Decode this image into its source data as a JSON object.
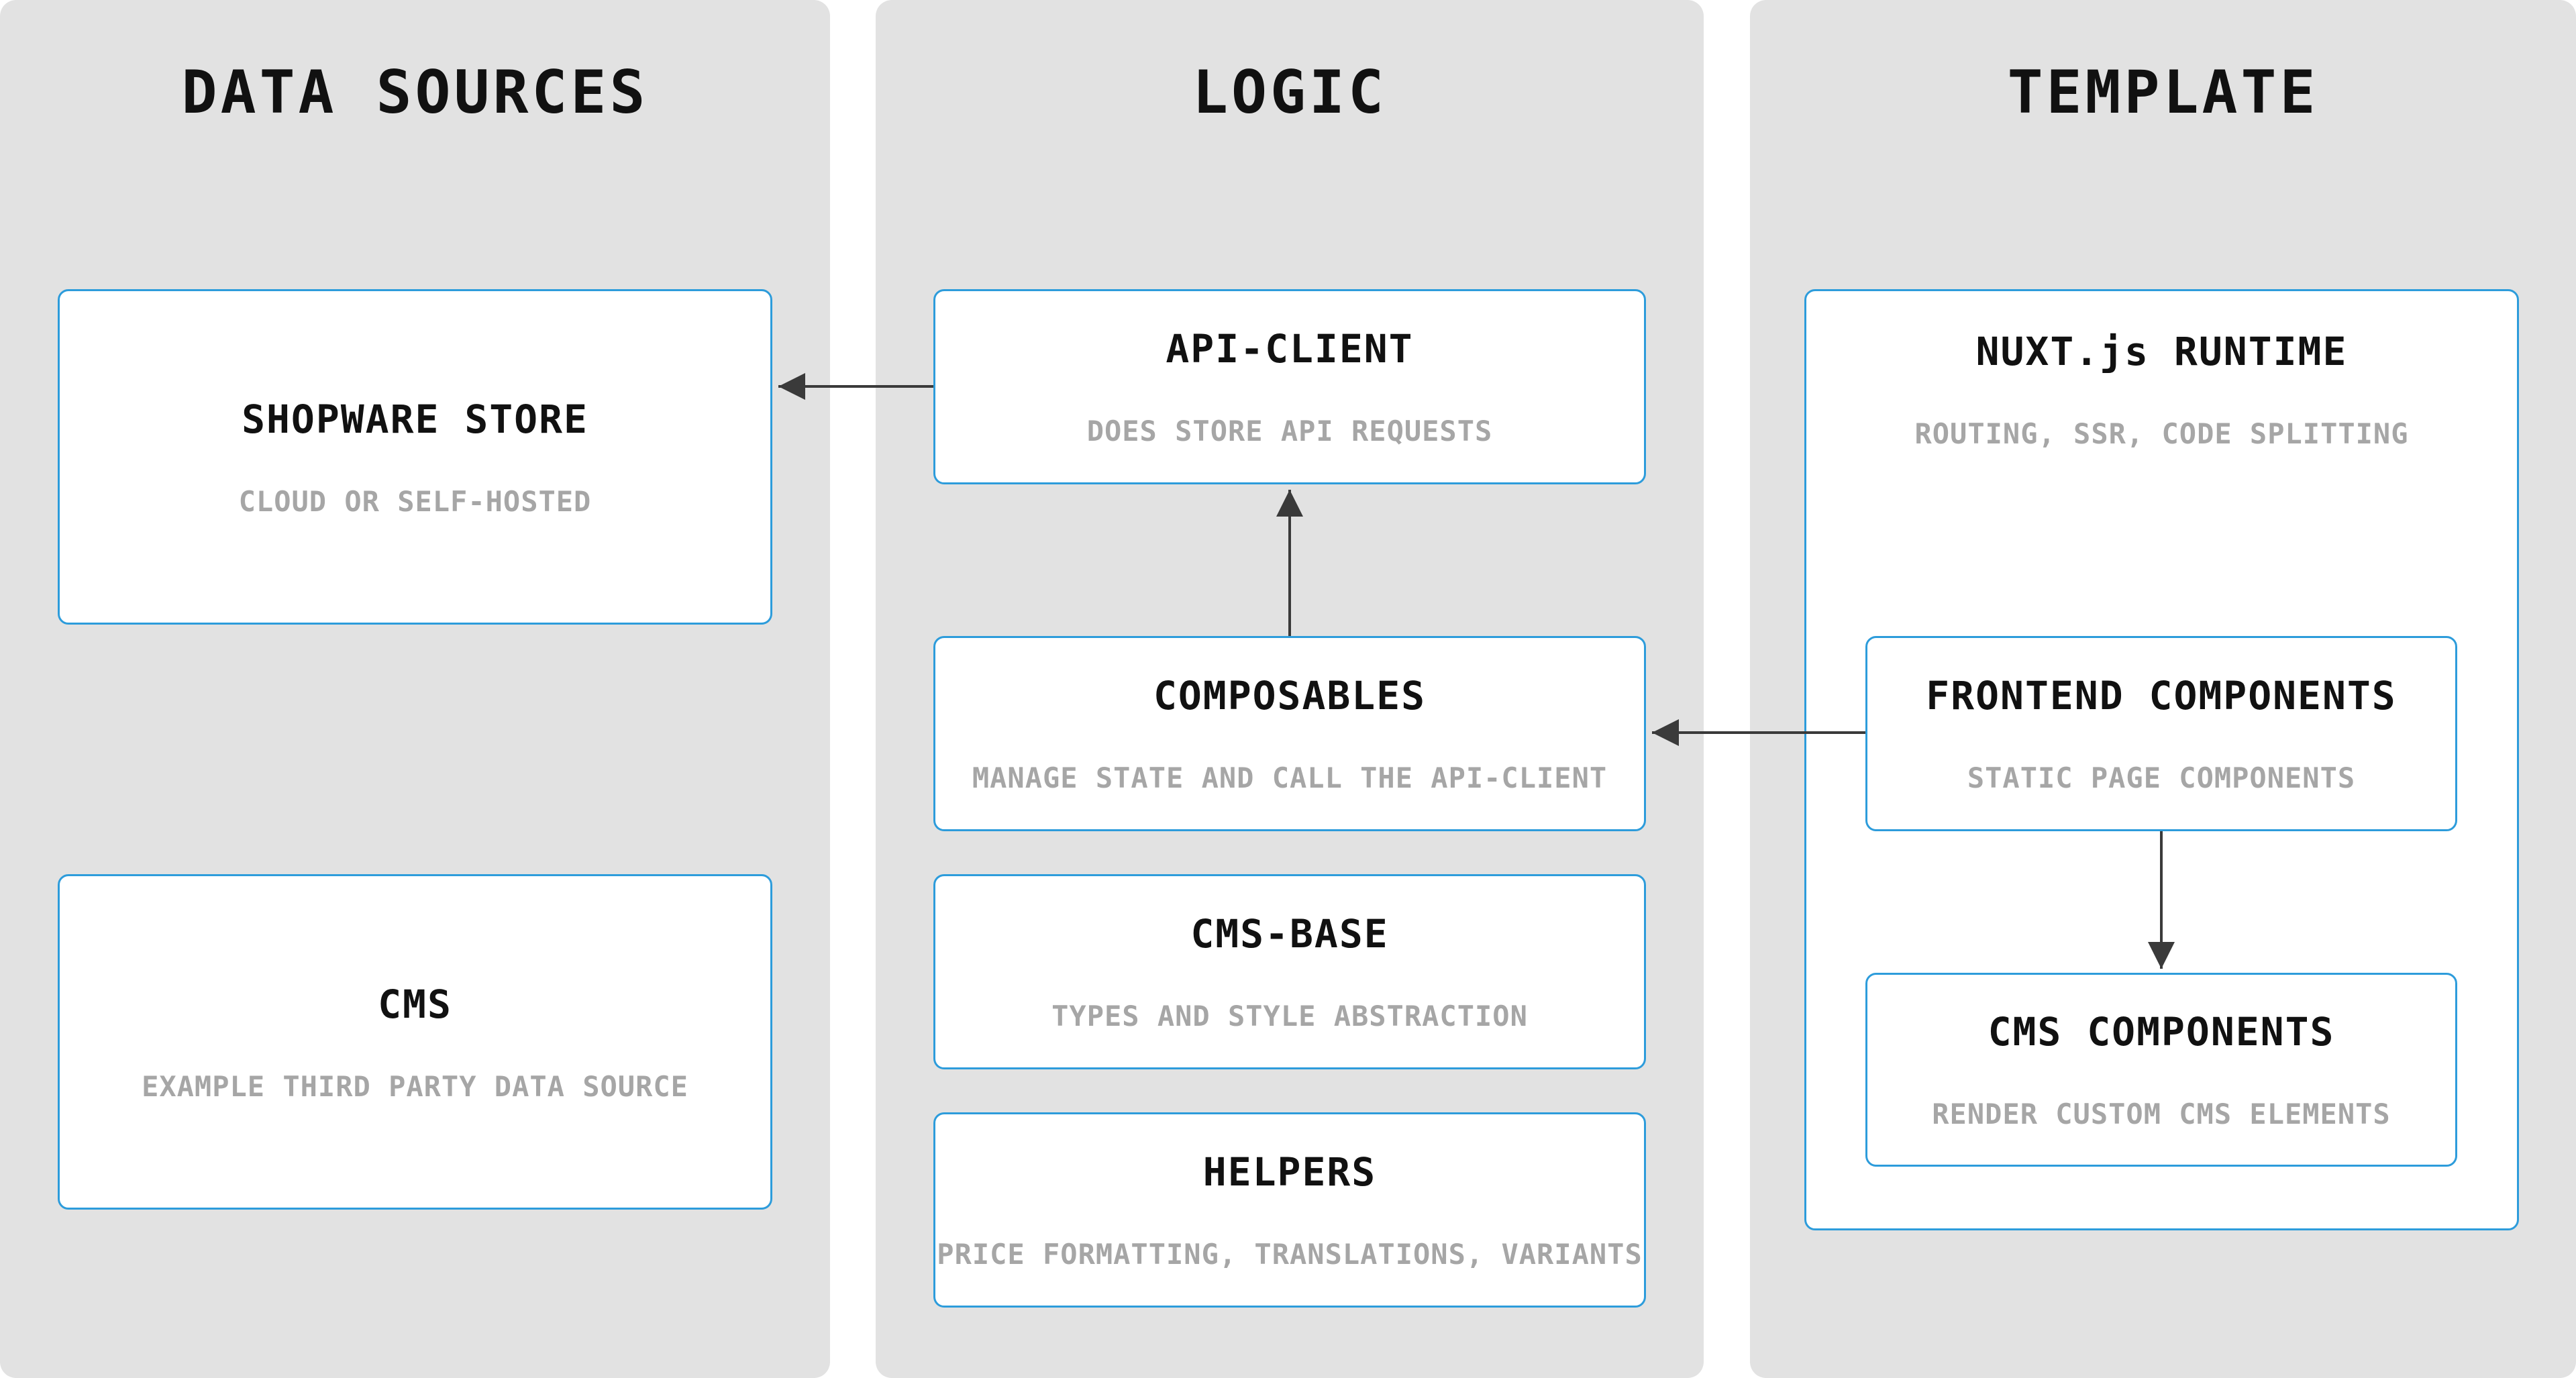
{
  "data_sources": {
    "title": "DATA SOURCES",
    "shopware_store": {
      "title": "SHOPWARE STORE",
      "subtitle": "CLOUD OR SELF-HOSTED"
    },
    "cms": {
      "title": "CMS",
      "subtitle": "EXAMPLE THIRD PARTY DATA SOURCE"
    }
  },
  "logic": {
    "title": "LOGIC",
    "api_client": {
      "title": "API-CLIENT",
      "subtitle": "DOES STORE API REQUESTS"
    },
    "composables": {
      "title": "COMPOSABLES",
      "subtitle": "MANAGE STATE AND CALL THE API-CLIENT"
    },
    "cms_base": {
      "title": "CMS-BASE",
      "subtitle": "TYPES AND STYLE ABSTRACTION"
    },
    "helpers": {
      "title": "HELPERS",
      "subtitle": "PRICE FORMATTING, TRANSLATIONS, VARIANTS"
    }
  },
  "template": {
    "title": "TEMPLATE",
    "nuxt_runtime": {
      "title": "NUXT.js RUNTIME",
      "subtitle": "ROUTING, SSR, CODE SPLITTING"
    },
    "frontend_components": {
      "title": "FRONTEND COMPONENTS",
      "subtitle": "STATIC PAGE COMPONENTS"
    },
    "cms_components": {
      "title": "CMS COMPONENTS",
      "subtitle": "RENDER CUSTOM CMS ELEMENTS"
    }
  },
  "connections": [
    {
      "from": "api_client",
      "to": "shopware_store",
      "direction": "left"
    },
    {
      "from": "composables",
      "to": "api_client",
      "direction": "up"
    },
    {
      "from": "frontend_components",
      "to": "composables",
      "direction": "left"
    },
    {
      "from": "frontend_components",
      "to": "cms_components",
      "direction": "down"
    }
  ],
  "colors": {
    "panel_background": "#e2e2e2",
    "box_background": "#ffffff",
    "box_border": "#2d9cdb",
    "title_text": "#111111",
    "subtitle_text": "#a6a6a6",
    "arrow": "#3a3a3a"
  }
}
